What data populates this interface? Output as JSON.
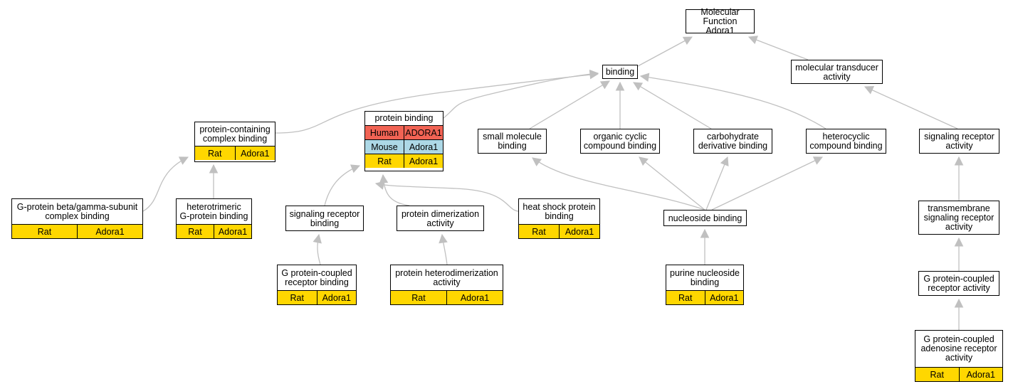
{
  "colors": {
    "edge": "#c0c0c0",
    "node_border": "#000000",
    "node_fill": "#ffffff",
    "human": "#f16354",
    "mouse": "#add8e6",
    "rat": "#ffd700"
  },
  "nodes": [
    {
      "id": "mf",
      "label": "Molecular Function\nAdora1",
      "orthologs": []
    },
    {
      "id": "binding",
      "label": "binding",
      "orthologs": []
    },
    {
      "id": "mta",
      "label": "molecular transducer\nactivity",
      "orthologs": []
    },
    {
      "id": "pcb",
      "label": "protein-containing\ncomplex binding",
      "orthologs": [
        {
          "species": "Rat",
          "gene": "Adora1"
        }
      ]
    },
    {
      "id": "pb",
      "label": "protein binding",
      "orthologs": [
        {
          "species": "Human",
          "gene": "ADORA1"
        },
        {
          "species": "Mouse",
          "gene": "Adora1"
        },
        {
          "species": "Rat",
          "gene": "Adora1"
        }
      ]
    },
    {
      "id": "smb",
      "label": "small molecule\nbinding",
      "orthologs": []
    },
    {
      "id": "occb",
      "label": "organic cyclic\ncompound binding",
      "orthologs": []
    },
    {
      "id": "cdb",
      "label": "carbohydrate\nderivative binding",
      "orthologs": []
    },
    {
      "id": "hcb",
      "label": "heterocyclic\ncompound binding",
      "orthologs": []
    },
    {
      "id": "sra",
      "label": "signaling receptor\nactivity",
      "orthologs": []
    },
    {
      "id": "gpbg",
      "label": "G-protein beta/gamma-subunit\ncomplex binding",
      "orthologs": [
        {
          "species": "Rat",
          "gene": "Adora1"
        }
      ]
    },
    {
      "id": "htg",
      "label": "heterotrimeric\nG-protein binding",
      "orthologs": [
        {
          "species": "Rat",
          "gene": "Adora1"
        }
      ]
    },
    {
      "id": "srb",
      "label": "signaling receptor\nbinding",
      "orthologs": []
    },
    {
      "id": "pda",
      "label": "protein dimerization\nactivity",
      "orthologs": []
    },
    {
      "id": "hspb",
      "label": "heat shock protein\nbinding",
      "orthologs": [
        {
          "species": "Rat",
          "gene": "Adora1"
        }
      ]
    },
    {
      "id": "nb",
      "label": "nucleoside binding",
      "orthologs": []
    },
    {
      "id": "tsra",
      "label": "transmembrane\nsignaling receptor\nactivity",
      "orthologs": []
    },
    {
      "id": "gpcrb",
      "label": "G protein-coupled\nreceptor binding",
      "orthologs": [
        {
          "species": "Rat",
          "gene": "Adora1"
        }
      ]
    },
    {
      "id": "phda",
      "label": "protein heterodimerization\nactivity",
      "orthologs": [
        {
          "species": "Rat",
          "gene": "Adora1"
        }
      ]
    },
    {
      "id": "pnb",
      "label": "purine nucleoside\nbinding",
      "orthologs": [
        {
          "species": "Rat",
          "gene": "Adora1"
        }
      ]
    },
    {
      "id": "gpcra",
      "label": "G protein-coupled\nreceptor activity",
      "orthologs": []
    },
    {
      "id": "gpcara",
      "label": "G protein-coupled\nadenosine receptor\nactivity",
      "orthologs": [
        {
          "species": "Rat",
          "gene": "Adora1"
        }
      ]
    }
  ],
  "edges": [
    {
      "from": "binding",
      "to": "mf"
    },
    {
      "from": "mta",
      "to": "mf"
    },
    {
      "from": "pcb",
      "to": "binding"
    },
    {
      "from": "pb",
      "to": "binding"
    },
    {
      "from": "smb",
      "to": "binding"
    },
    {
      "from": "occb",
      "to": "binding"
    },
    {
      "from": "cdb",
      "to": "binding"
    },
    {
      "from": "hcb",
      "to": "binding"
    },
    {
      "from": "sra",
      "to": "mta"
    },
    {
      "from": "gpbg",
      "to": "pcb"
    },
    {
      "from": "htg",
      "to": "pcb"
    },
    {
      "from": "srb",
      "to": "pb"
    },
    {
      "from": "pda",
      "to": "pb"
    },
    {
      "from": "hspb",
      "to": "pb"
    },
    {
      "from": "nb",
      "to": "smb"
    },
    {
      "from": "nb",
      "to": "occb"
    },
    {
      "from": "nb",
      "to": "cdb"
    },
    {
      "from": "nb",
      "to": "hcb"
    },
    {
      "from": "gpcrb",
      "to": "srb"
    },
    {
      "from": "phda",
      "to": "pda"
    },
    {
      "from": "pnb",
      "to": "nb"
    },
    {
      "from": "tsra",
      "to": "sra"
    },
    {
      "from": "gpcra",
      "to": "tsra"
    },
    {
      "from": "gpcara",
      "to": "gpcra"
    }
  ]
}
